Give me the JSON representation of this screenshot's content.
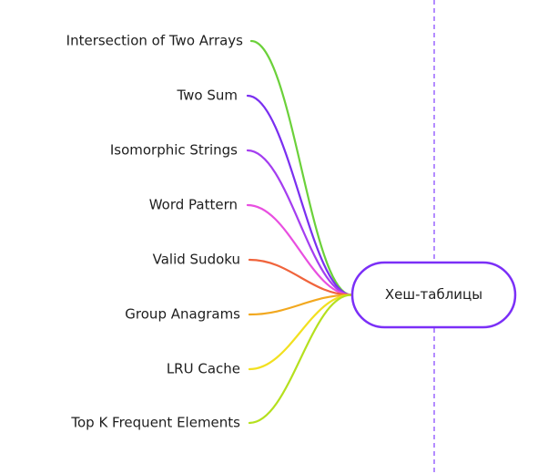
{
  "root": {
    "label": "Хеш-таблицы",
    "color": "#7b2ff7"
  },
  "divider_color": "#8a4dff",
  "branches": [
    {
      "label": "Intersection of Two Arrays",
      "color": "#6bd13a"
    },
    {
      "label": "Two Sum",
      "color": "#7a2ff0"
    },
    {
      "label": "Isomorphic Strings",
      "color": "#a43ef0"
    },
    {
      "label": "Word Pattern",
      "color": "#e84fe0"
    },
    {
      "label": "Valid Sudoku",
      "color": "#f0643c"
    },
    {
      "label": "Group Anagrams",
      "color": "#f2a81f"
    },
    {
      "label": "LRU Cache",
      "color": "#f2e020"
    },
    {
      "label": "Top K Frequent Elements",
      "color": "#b5e01e"
    }
  ]
}
